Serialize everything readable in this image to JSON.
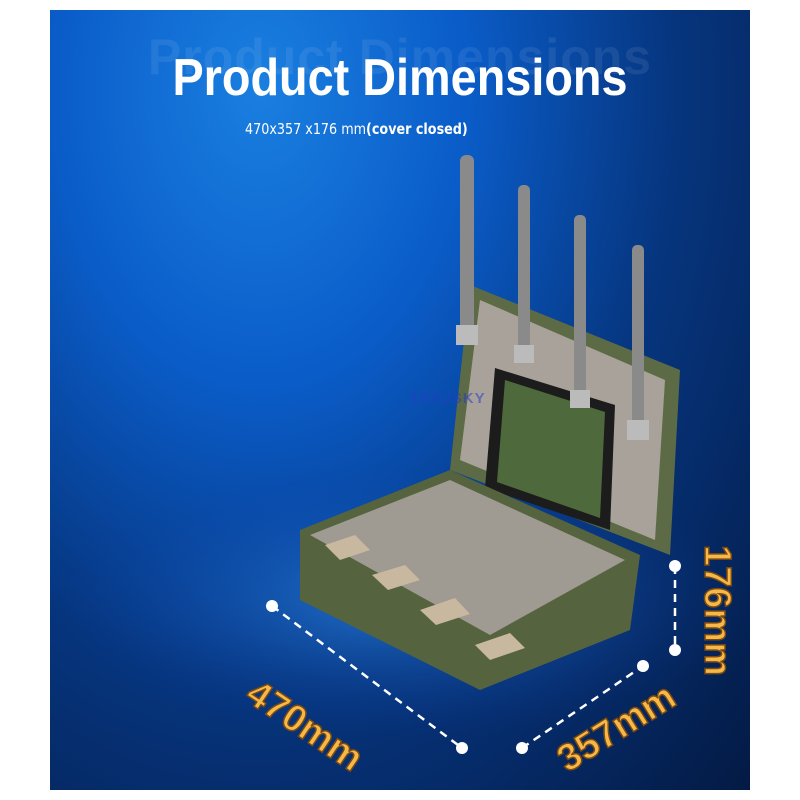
{
  "header": {
    "title": "Product Dimensions",
    "subtitle_dims": "470x357 x176 mm",
    "subtitle_note": "(cover closed)"
  },
  "dimensions": {
    "length": "470mm",
    "width": "357mm",
    "height": "176mm"
  },
  "watermark": "TATUSKY",
  "colors": {
    "background": "#0a5cc8",
    "case": "#5c6b45",
    "label": "#f7b84a"
  }
}
